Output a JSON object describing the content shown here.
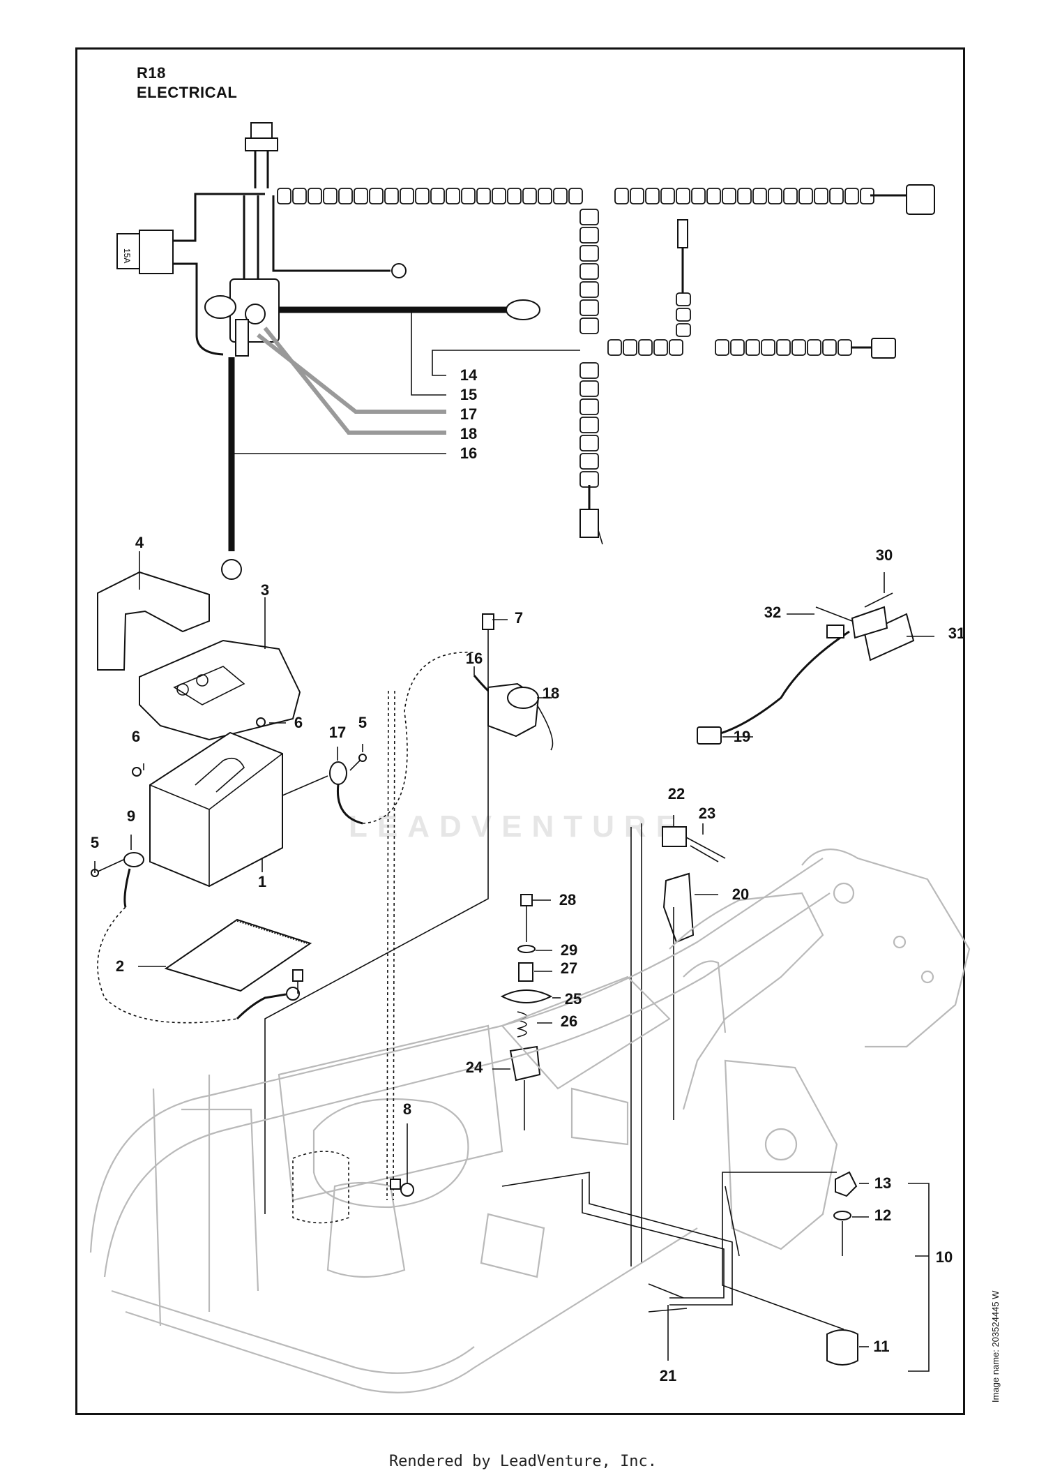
{
  "header": {
    "code": "R18",
    "name": "ELECTRICAL"
  },
  "image_name": "Image name: 203524445 W",
  "footer": "Rendered by LeadVenture, Inc.",
  "watermark": "LEADVENTURE",
  "callouts": [
    {
      "id": "c14",
      "label": "14"
    },
    {
      "id": "c15",
      "label": "15"
    },
    {
      "id": "c17a",
      "label": "17"
    },
    {
      "id": "c18a",
      "label": "18"
    },
    {
      "id": "c16a",
      "label": "16"
    },
    {
      "id": "c4",
      "label": "4"
    },
    {
      "id": "c3",
      "label": "3"
    },
    {
      "id": "c7",
      "label": "7"
    },
    {
      "id": "c16b",
      "label": "16"
    },
    {
      "id": "c18b",
      "label": "18"
    },
    {
      "id": "c30",
      "label": "30"
    },
    {
      "id": "c32",
      "label": "32"
    },
    {
      "id": "c31",
      "label": "31"
    },
    {
      "id": "c19",
      "label": "19"
    },
    {
      "id": "c6a",
      "label": "6"
    },
    {
      "id": "c6b",
      "label": "6"
    },
    {
      "id": "c5a",
      "label": "5"
    },
    {
      "id": "c17b",
      "label": "17"
    },
    {
      "id": "c9",
      "label": "9"
    },
    {
      "id": "c5b",
      "label": "5"
    },
    {
      "id": "c1",
      "label": "1"
    },
    {
      "id": "c22",
      "label": "22"
    },
    {
      "id": "c23",
      "label": "23"
    },
    {
      "id": "c20",
      "label": "20"
    },
    {
      "id": "c28",
      "label": "28"
    },
    {
      "id": "c2",
      "label": "2"
    },
    {
      "id": "c29",
      "label": "29"
    },
    {
      "id": "c27",
      "label": "27"
    },
    {
      "id": "c25",
      "label": "25"
    },
    {
      "id": "c26",
      "label": "26"
    },
    {
      "id": "c24",
      "label": "24"
    },
    {
      "id": "c8",
      "label": "8"
    },
    {
      "id": "c13",
      "label": "13"
    },
    {
      "id": "c12",
      "label": "12"
    },
    {
      "id": "c10",
      "label": "10"
    },
    {
      "id": "c11",
      "label": "11"
    },
    {
      "id": "c21",
      "label": "21"
    }
  ],
  "relay_label": "15A"
}
